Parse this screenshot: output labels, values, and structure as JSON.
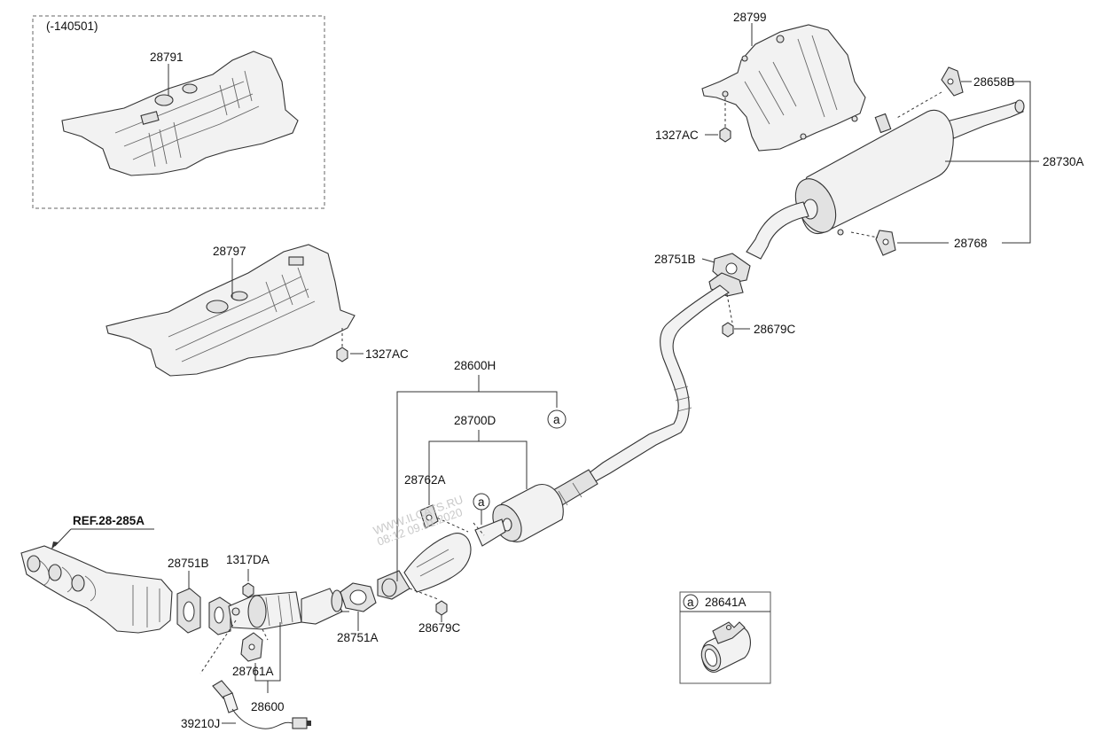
{
  "labels": {
    "variant_note": "(-140501)",
    "p28791": "28791",
    "p28797": "28797",
    "p1327ac_a": "1327AC",
    "p28799": "28799",
    "p1327ac_b": "1327AC",
    "p28658b": "28658B",
    "p28730a": "28730A",
    "p28768": "28768",
    "p28751b_a": "28751B",
    "p28679c_a": "28679C",
    "p28600h": "28600H",
    "p28700d": "28700D",
    "p28762a": "28762A",
    "ref": "REF.28-285A",
    "p28751b_b": "28751B",
    "p1317da": "1317DA",
    "p28751a": "28751A",
    "p28679c_b": "28679C",
    "p28761a": "28761A",
    "p28600": "28600",
    "p39210j": "39210J",
    "p28641a": "28641A",
    "circle_a": "a"
  },
  "watermark": {
    "line1": "WWW.ILCATS.RU",
    "line2": "08:12 09.01.2020"
  }
}
